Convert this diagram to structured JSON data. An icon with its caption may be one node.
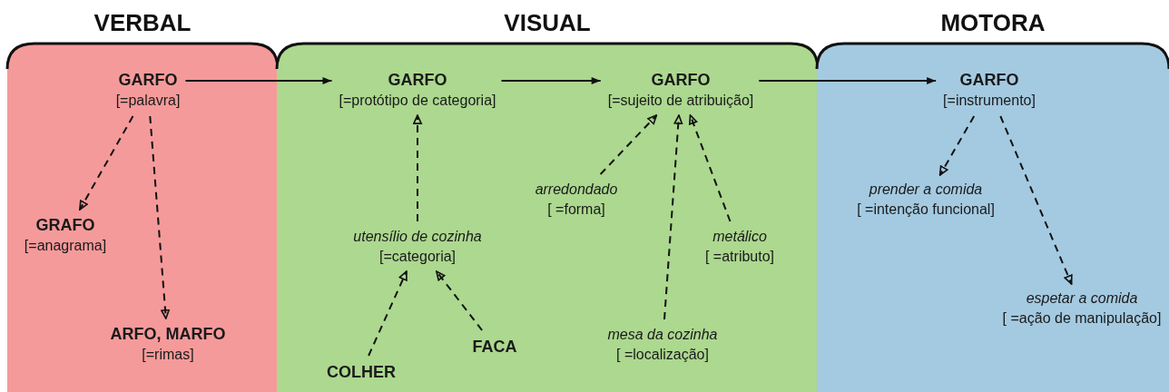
{
  "diagram": {
    "nodes": [
      {
        "text": [
          "VERBAL"
        ]
      },
      {
        "text": [
          "VISUAL"
        ]
      },
      {
        "text": [
          "MOTORA"
        ]
      },
      {
        "text": [
          "GARFO",
          "[=palavra]"
        ],
        "in": 0
      },
      {
        "text": [
          "GRAFO",
          "[=anagrama]"
        ],
        "in": 0
      },
      {
        "text": [
          "ARFO, MARFO",
          "[=rimas]"
        ],
        "in": 0
      },
      {
        "text": [
          "GARFO",
          "[=protótipo de categoria]"
        ],
        "in": 1
      },
      {
        "text": [
          "GARFO",
          "[=sujeito de atribuição]"
        ],
        "in": 1
      },
      {
        "text": [
          "arredondado",
          "[ =forma]"
        ],
        "in": 1
      },
      {
        "text": [
          "utensílio de cozinha",
          "[=categoria]"
        ],
        "in": 1
      },
      {
        "text": [
          "metálico",
          "[ =atributo]"
        ],
        "in": 1
      },
      {
        "text": [
          "COLHER"
        ],
        "in": 1
      },
      {
        "text": [
          "FACA"
        ],
        "in": 1
      },
      {
        "text": [
          "mesa da cozinha",
          "[ =localização]"
        ],
        "in": 1
      },
      {
        "text": [
          "GARFO",
          "[=instrumento]"
        ],
        "in": 2
      },
      {
        "text": [
          "prender a comida",
          "[ =intenção funcional]"
        ],
        "in": 2
      },
      {
        "text": [
          "espetar a comida",
          "[ =ação de manipulação]"
        ],
        "in": 2
      }
    ],
    "edges": [
      {
        "from": 3,
        "to": 6,
        "arrow": "to"
      },
      {
        "from": 6,
        "to": 7,
        "arrow": "to"
      },
      {
        "from": 7,
        "to": 14,
        "arrow": "to"
      },
      {
        "from": 3,
        "to": 4,
        "arrow": "to",
        "style": "dashed"
      },
      {
        "from": 3,
        "to": 5,
        "arrow": "to",
        "style": "dashed"
      },
      {
        "from": 9,
        "to": 6,
        "arrow": "to",
        "style": "dashed"
      },
      {
        "from": 11,
        "to": 9,
        "arrow": "to",
        "style": "dashed"
      },
      {
        "from": 12,
        "to": 9,
        "arrow": "to",
        "style": "dashed"
      },
      {
        "from": 8,
        "to": 7,
        "arrow": "to",
        "style": "dashed"
      },
      {
        "from": 13,
        "to": 7,
        "arrow": "to",
        "style": "dashed"
      },
      {
        "from": 10,
        "to": 7,
        "arrow": "to",
        "style": "dashed"
      },
      {
        "from": 14,
        "to": 15,
        "arrow": "to",
        "style": "dashed"
      },
      {
        "from": 14,
        "to": 16,
        "arrow": "to",
        "style": "dashed"
      }
    ]
  }
}
